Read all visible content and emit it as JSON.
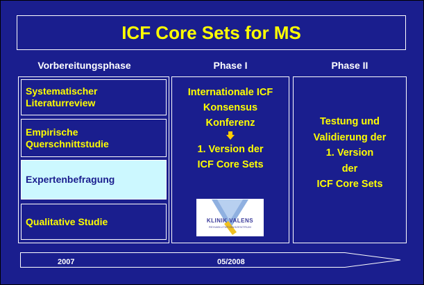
{
  "title": "ICF Core Sets for MS",
  "columns": {
    "prep": {
      "header": "Vorbereitungsphase",
      "items": [
        {
          "label": "Systematischer Literaturreview"
        },
        {
          "label": "Empirische Querschnittstudie"
        },
        {
          "label": "Expertenbefragung"
        },
        {
          "label": "Qualitative Studie"
        }
      ]
    },
    "phase1": {
      "header": "Phase I",
      "line1": "Internationale ICF",
      "line2": "Konsensus",
      "line3": "Konferenz",
      "arrow_icon": "down-arrow-icon",
      "line4": "1. Version der",
      "line5": "ICF Core Sets"
    },
    "phase2": {
      "header": "Phase II",
      "line1": "Testung und",
      "line2": "Validierung der",
      "line3": "1. Version",
      "line4": "der",
      "line5": "ICF Core Sets"
    }
  },
  "logo": {
    "icon": "klinik-valens-logo",
    "name": "KLINIK VALENS",
    "subtitle": "REHABILITATIONSZENTRUM"
  },
  "timeline": {
    "start_label": "2007",
    "mid_label": "05/2008"
  },
  "colors": {
    "background": "#1a1e8e",
    "text_accent": "#ffff00",
    "highlight_box": "#ccf8ff",
    "border": "#ffffff"
  }
}
